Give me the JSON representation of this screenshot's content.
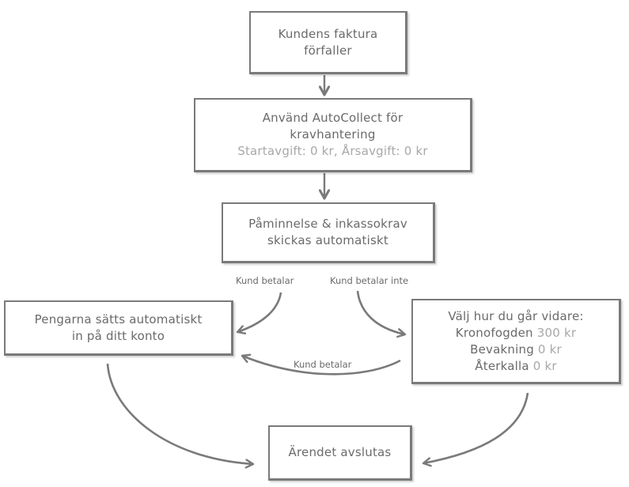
{
  "diagram": {
    "nodes": {
      "invoice_due": {
        "lines": [
          "Kundens faktura",
          "förfaller"
        ]
      },
      "autocollect": {
        "lines": [
          "Använd AutoCollect för",
          "kravhantering"
        ],
        "fees": "Startavgift: 0 kr, Årsavgift: 0 kr"
      },
      "reminder": {
        "lines": [
          "Påminnelse & inkassokrav",
          "skickas automatiskt"
        ]
      },
      "money_deposited": {
        "lines": [
          "Pengarna sätts automatiskt",
          "in på ditt konto"
        ]
      },
      "choose_next": {
        "heading": "Välj hur du går vidare:",
        "options": [
          {
            "name": "Kronofogden",
            "price": "300 kr"
          },
          {
            "name": "Bevakning",
            "price": "0 kr"
          },
          {
            "name": "Återkalla",
            "price": "0 kr"
          }
        ]
      },
      "case_closed": {
        "lines": [
          "Ärendet avslutas"
        ]
      }
    },
    "edge_labels": {
      "customer_pays": "Kund betalar",
      "customer_does_not_pay": "Kund betalar inte",
      "customer_pays_later": "Kund betalar"
    },
    "colors": {
      "stroke": "#7a7a7a",
      "text": "#6a6a6a",
      "muted_text": "#a8a8a8",
      "background": "#ffffff"
    }
  }
}
